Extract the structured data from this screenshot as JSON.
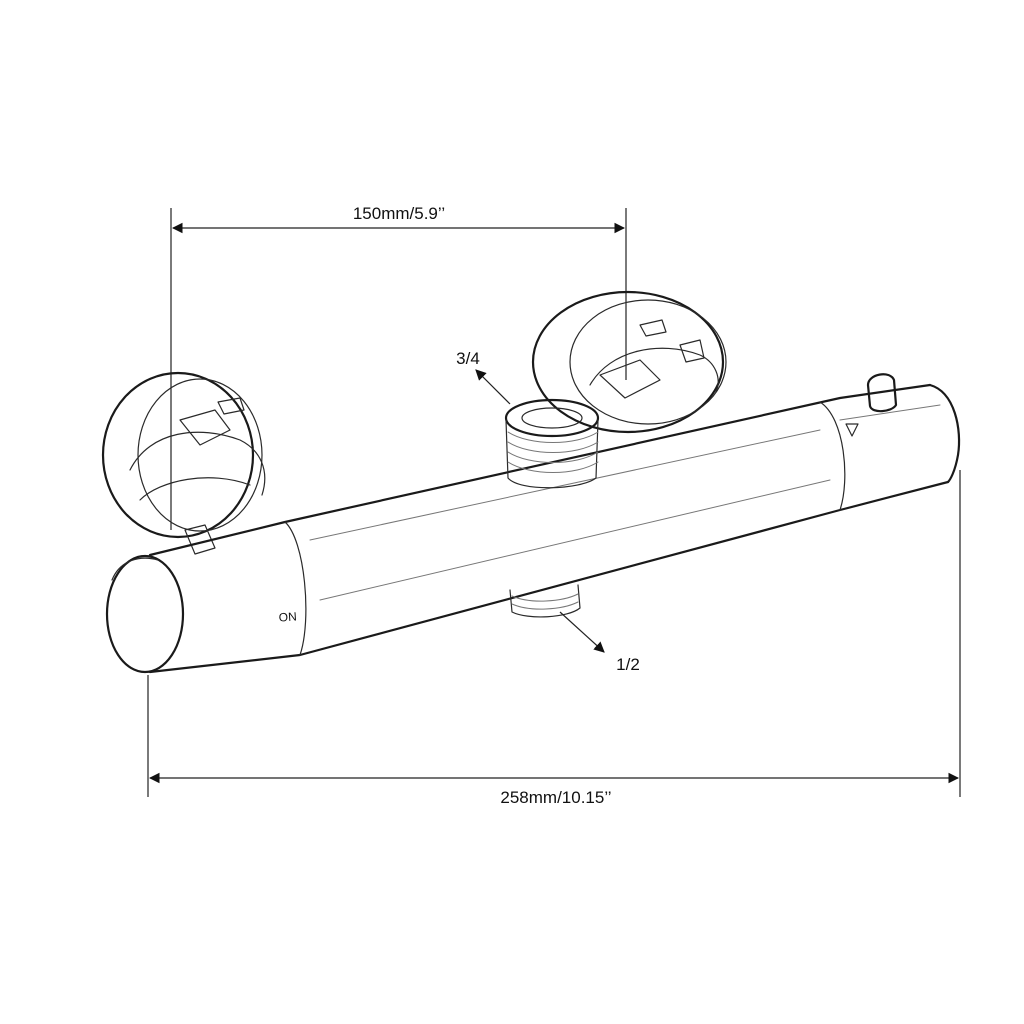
{
  "diagram": {
    "dimension_top": "150mm/5.9’’",
    "dimension_bottom": "258mm/10.15’’",
    "inlet_top": "3/4",
    "outlet_bottom": "1/2",
    "knob_marking": "ON"
  },
  "colors": {
    "line": "#1a1a1a",
    "background": "#ffffff"
  }
}
